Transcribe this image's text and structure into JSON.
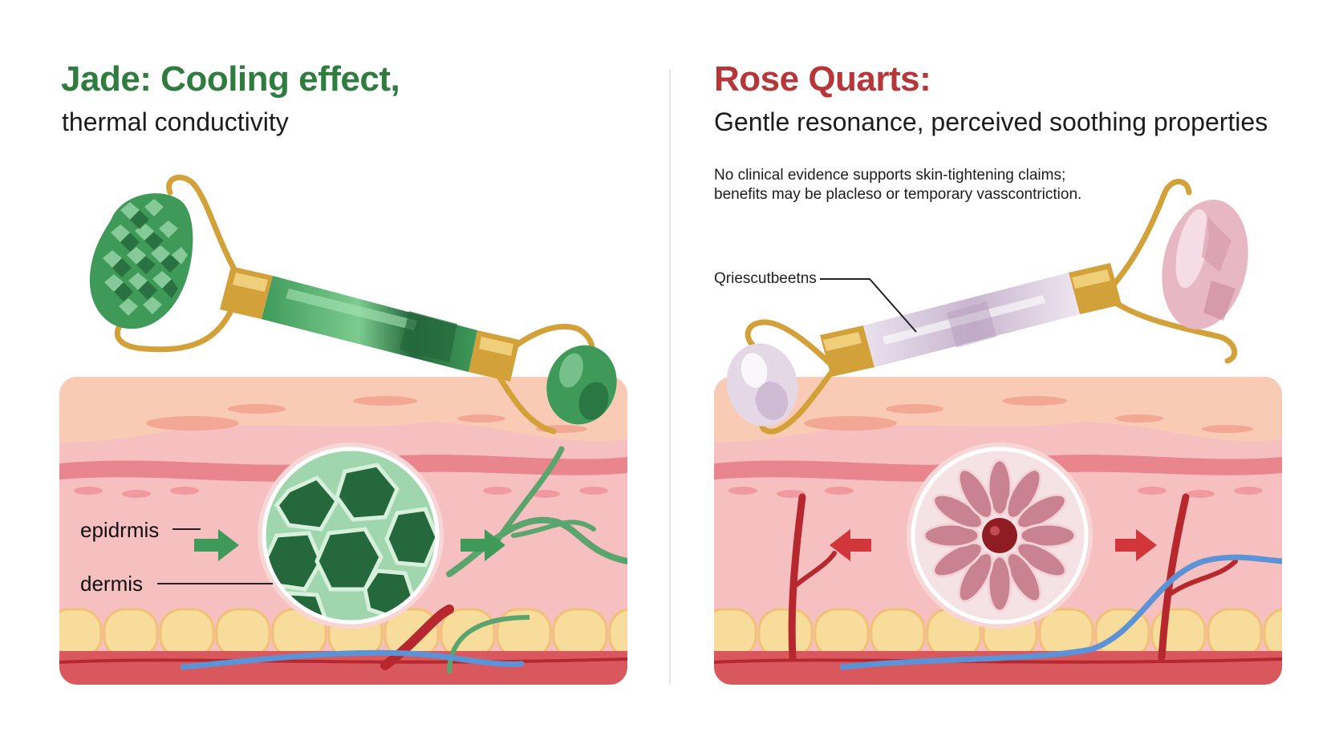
{
  "colors": {
    "jade_title": "#2e7d3e",
    "rose_title": "#b5373a",
    "jade_green": "#3f9a5a",
    "jade_dark": "#24683b",
    "rose_pink": "#e8b7c4",
    "gold": "#d3a13a",
    "skin_top": "#f9cbb4",
    "skin_mid": "#f7c3c4",
    "fat": "#f7dc9c",
    "vessel_red": "#b7282e",
    "vessel_blue": "#5b93d6"
  },
  "jade": {
    "title": "Jade: Cooling effect,",
    "subtitle": "thermal conductivity",
    "label_epidermis": "epidrmis",
    "label_dermis": "dermis"
  },
  "rose": {
    "title": "Rose Quarts:",
    "subtitle": "Gentle resonance, perceived soothing properties",
    "note_line1": "No clinical evidence supports skin-tightening claims;",
    "note_line2": "benefits may be placleso or temporary vasscontriction.",
    "callout_label": "Qriescutbeetns"
  }
}
